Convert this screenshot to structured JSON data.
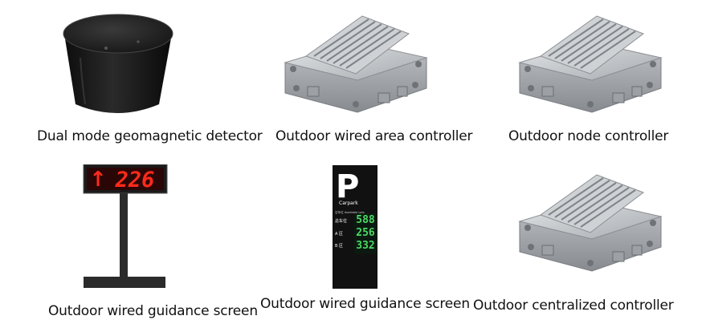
{
  "products": [
    {
      "caption": "Dual mode geomagnetic detector",
      "icon": "geomagnetic-detector-icon"
    },
    {
      "caption": "Outdoor wired area controller",
      "icon": "controller-enclosure-icon"
    },
    {
      "caption": "Outdoor node controller",
      "icon": "controller-enclosure-icon"
    },
    {
      "caption": "Outdoor wired guidance screen",
      "icon": "pole-led-sign-icon",
      "display": {
        "arrow": "↑",
        "number": "226"
      }
    },
    {
      "caption": "Outdoor wired guidance screen",
      "icon": "parking-guidance-panel-icon",
      "panel": {
        "logo": "P",
        "brand": "Carpark",
        "subtitle": "空车位  Available Lots",
        "rows": [
          {
            "label": "总车位",
            "value": "588"
          },
          {
            "label": "A 区",
            "value": "256"
          },
          {
            "label": "B 区",
            "value": "332"
          }
        ]
      }
    },
    {
      "caption": "Outdoor centralized controller",
      "icon": "controller-enclosure-icon"
    }
  ],
  "colors": {
    "led_red": "#ff2a1a",
    "led_green": "#4cd964",
    "device_black": "#1a1a1a",
    "metal": "#b9bcbf"
  }
}
